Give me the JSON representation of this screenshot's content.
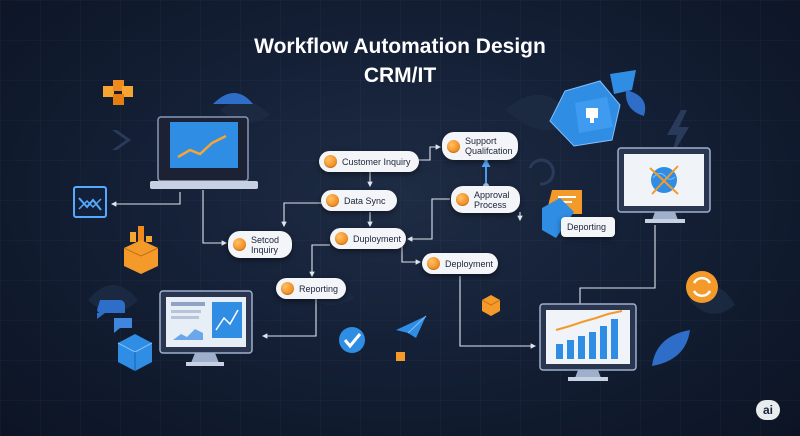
{
  "header": {
    "title_line1": "Workflow Automation Design",
    "title_line2": "CRM/IT"
  },
  "nodes": {
    "customer_inquiry": "Customer Inquiry",
    "support_qualification": "Support\nQualifcation",
    "data_sync": "Data Sync",
    "approval_process": "Approval\nProcess",
    "setcod_inquiry": "Setcod\nInquiry",
    "duployment": "Duployment",
    "deployment": "Deployment",
    "reporting": "Reporting",
    "deporting": "Deporting"
  },
  "badge": {
    "text": "ai"
  },
  "icons": [
    "orange-cubes-icon",
    "laptop-chart-icon",
    "trend-chart-icon",
    "building-blocks-icon",
    "lightning-icon",
    "blue-polyhedron-icon",
    "monitor-globe-icon",
    "chat-bubbles-icon",
    "sync-arrows-icon",
    "monitor-document-icon",
    "blue-cube-icon",
    "checkmark-icon",
    "paper-plane-icon",
    "monitor-bar-chart-icon",
    "orange-cube-icon",
    "leaf-icon"
  ],
  "colors": {
    "accent_blue": "#2f8de4",
    "accent_orange": "#f39a2b",
    "background": "#142036"
  }
}
